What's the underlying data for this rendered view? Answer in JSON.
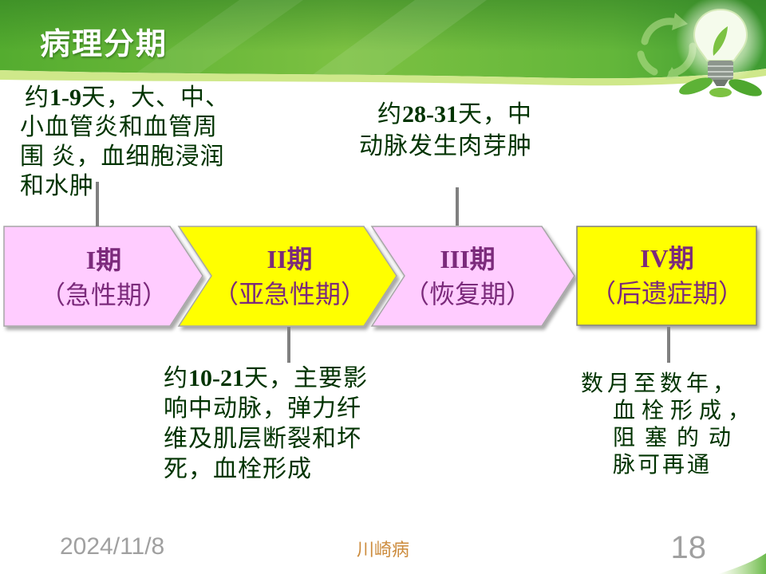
{
  "slide": {
    "title": "病理分期",
    "footer": {
      "date": "2024/11/8",
      "topic": "川崎病",
      "page_number": "18"
    }
  },
  "stages": [
    {
      "name": "I期",
      "phase": "（急性期）",
      "fill": "#FFCCFF"
    },
    {
      "name": "II期",
      "phase": "（亚急性期）",
      "fill": "#FFFF00"
    },
    {
      "name": "III期",
      "phase": "（恢复期）",
      "fill": "#FFCCFF"
    },
    {
      "name": "IV期",
      "phase": "（后遗症期）",
      "fill": "#FFFF00"
    }
  ],
  "notes": {
    "acute": {
      "prefix": "约",
      "days": "1-9",
      "suffix": "天，大、中、",
      "lines": [
        "小血管炎和血管周",
        "围 炎，血细胞浸润",
        "和水肿"
      ]
    },
    "recovery": {
      "prefix": "约",
      "days": "28-31",
      "suffix": "天，中",
      "lines": [
        "动脉发生肉芽肿"
      ]
    },
    "subacute": {
      "prefix": "约",
      "days": "10-21",
      "suffix": "天，主要影",
      "lines": [
        "响中动脉，弹力纤",
        "维及肌层断裂和坏",
        "死，血栓形成"
      ]
    },
    "sequela": {
      "lines": [
        "数月至数年，",
        "血栓形成，",
        "阻塞的动",
        "脉可再通"
      ]
    }
  },
  "colors": {
    "stage_text": "#7B2A7B",
    "note_text": "#003300",
    "connector": "#808080",
    "title_text": "#FFFFFF",
    "header_green": "#5CB33A",
    "footer_text": "#A0A0A0",
    "footer_topic": "#CC8B3C"
  },
  "icons": [
    "lightbulb-icon",
    "leaf-icon",
    "recycle-icon"
  ]
}
